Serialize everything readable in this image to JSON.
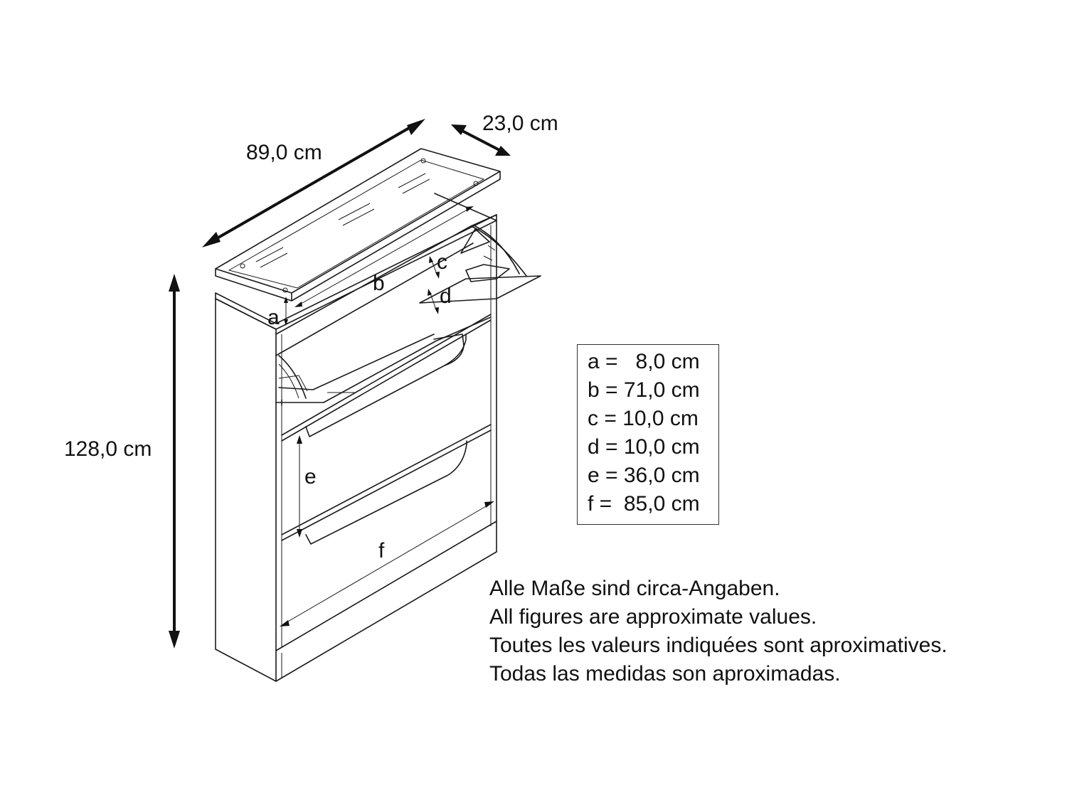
{
  "dimensions": {
    "width": "89,0 cm",
    "depth": "23,0 cm",
    "height": "128,0 cm"
  },
  "parts": {
    "a": "a",
    "b": "b",
    "c": "c",
    "d": "d",
    "e": "e",
    "f": "f"
  },
  "legend": [
    "a =   8,0 cm",
    "b = 71,0 cm",
    "c = 10,0 cm",
    "d = 10,0 cm",
    "e = 36,0 cm",
    "f =  85,0 cm"
  ],
  "notes": [
    "Alle Maße sind circa-Angaben.",
    "All figures are approximate values.",
    "Toutes les valeurs indiquées sont aproximatives.",
    "Todas las medidas son aproximadas."
  ]
}
